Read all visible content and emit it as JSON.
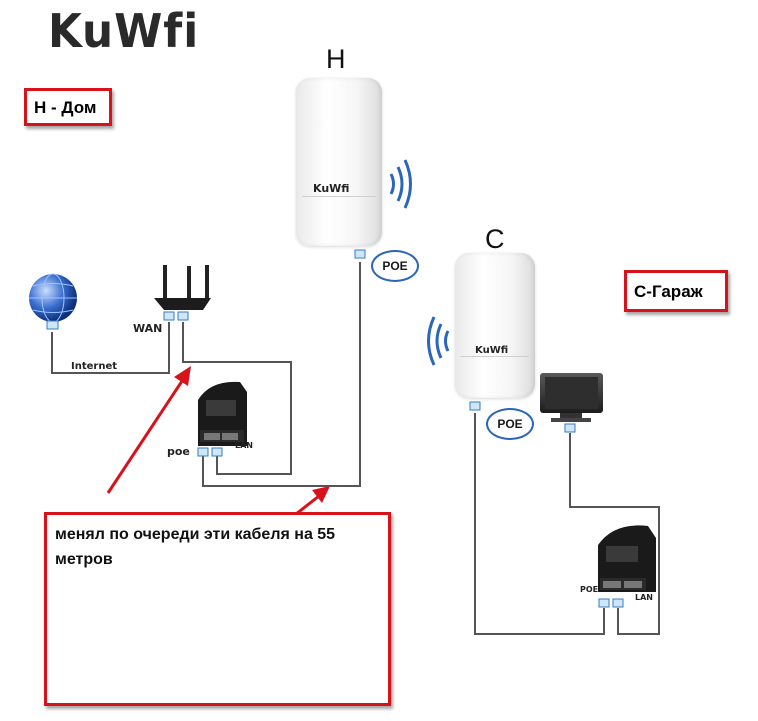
{
  "logo": "KuWfi",
  "labels": {
    "home": "Н - Дом",
    "garage": "С-Гараж",
    "letter_h": "Н",
    "letter_c": "С",
    "ap_brand_home": "KuWfi",
    "ap_brand_garage": "KuWfi",
    "poe_home_ap": "POE",
    "poe_garage_ap": "POE",
    "wan": "WAN",
    "internet": "Internet",
    "poe_port_home": "poe",
    "lan_port_home": "LAN",
    "poe_port_garage": "POE",
    "lan_port_garage": "LAN"
  },
  "note": "менял по очереди  эти кабеля на 55 метров",
  "colors": {
    "accent_red": "#d8121b",
    "cable": "#555555",
    "wifi_blue": "#2b66b8"
  }
}
